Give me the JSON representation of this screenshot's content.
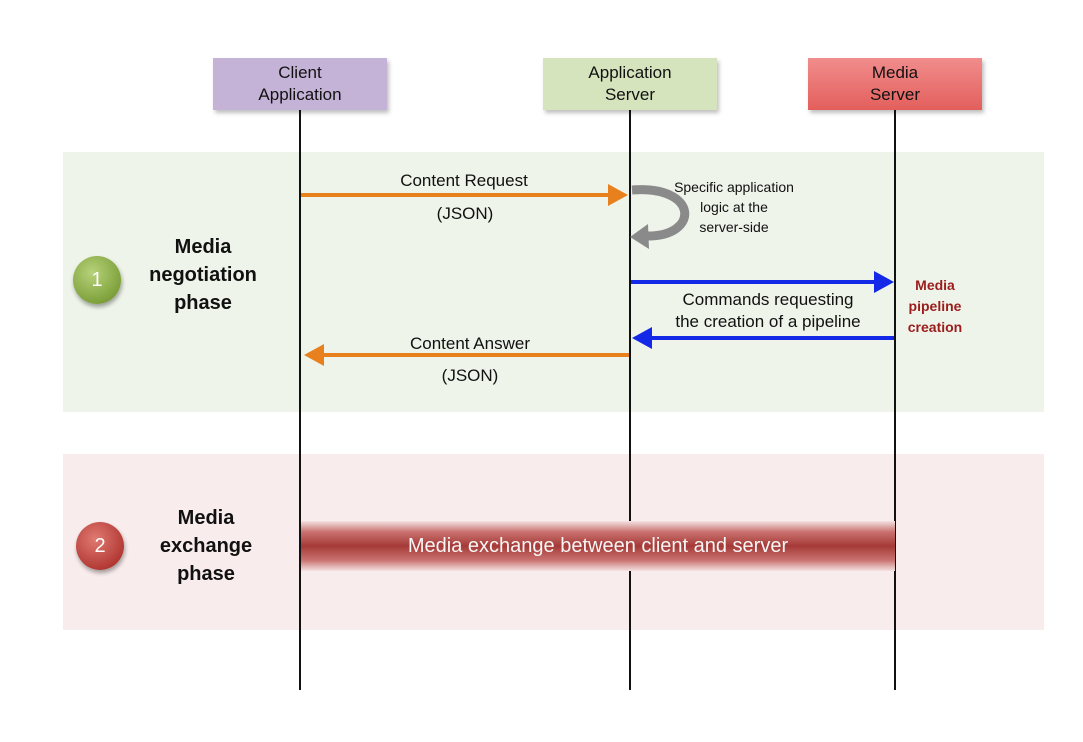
{
  "actors": [
    {
      "label": "Client\nApplication"
    },
    {
      "label": "Application\nServer"
    },
    {
      "label": "Media\nServer"
    }
  ],
  "phases": [
    {
      "number": "1",
      "label": "Media\nnegotiation\nphase"
    },
    {
      "number": "2",
      "label": "Media\nexchange\nphase"
    }
  ],
  "messages": {
    "content_request": "Content Request",
    "content_request_format": "(JSON)",
    "app_logic_note": "Specific application\nlogic at the\nserver-side",
    "commands": "Commands requesting\nthe creation of a pipeline",
    "media_pipeline": "Media\npipeline\ncreation",
    "content_answer": "Content Answer",
    "content_answer_format": "(JSON)",
    "media_exchange": "Media exchange between client and server"
  },
  "colors": {
    "orange_arrow": "#e8801e",
    "blue_arrow": "#1428e8",
    "gray_loop": "#8a8a8a"
  }
}
